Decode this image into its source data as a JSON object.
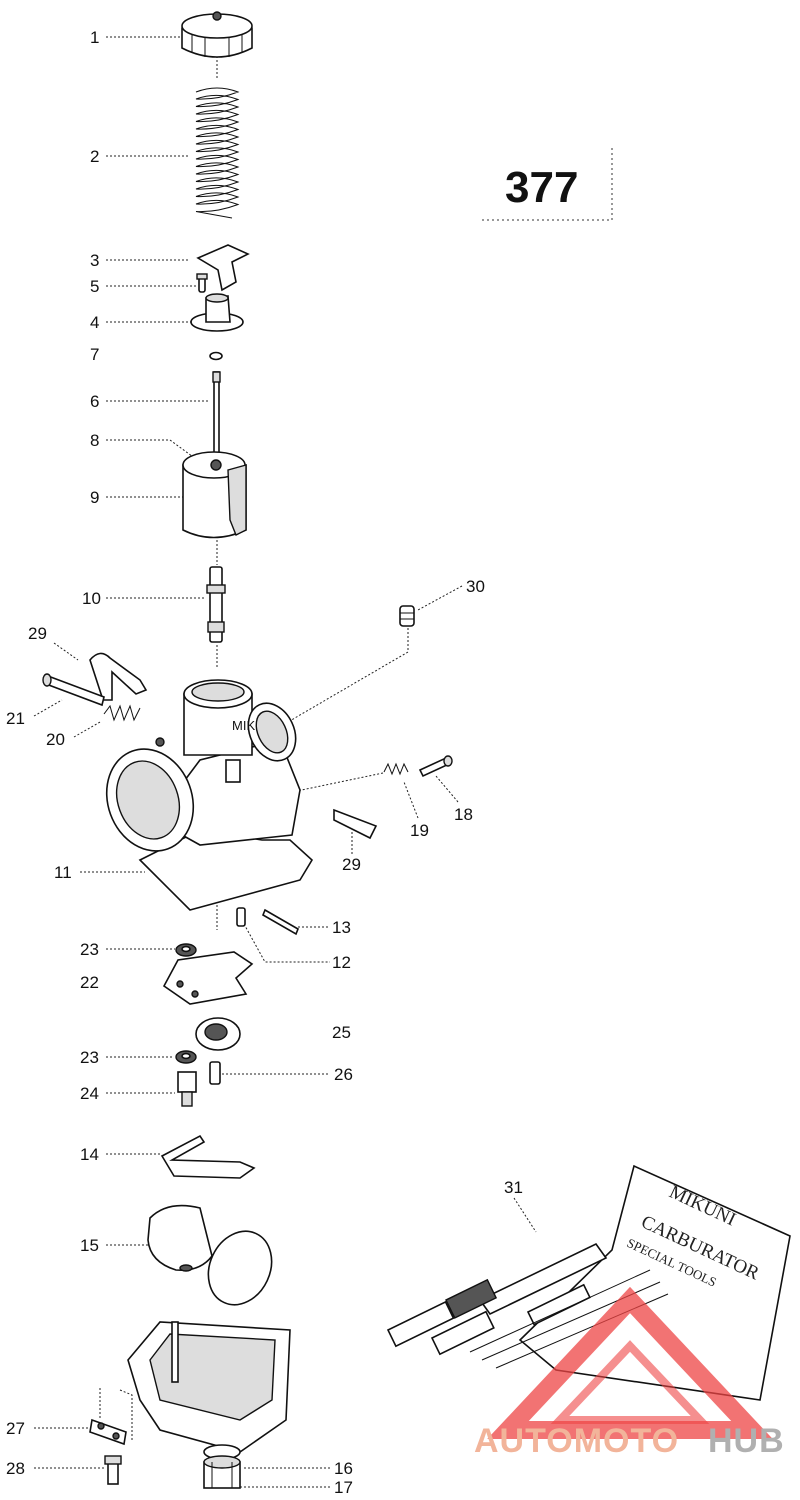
{
  "reference_number": "377",
  "callouts": [
    {
      "id": "c1",
      "label": "1"
    },
    {
      "id": "c2",
      "label": "2"
    },
    {
      "id": "c3",
      "label": "3"
    },
    {
      "id": "c5",
      "label": "5"
    },
    {
      "id": "c4",
      "label": "4"
    },
    {
      "id": "c7",
      "label": "7"
    },
    {
      "id": "c6",
      "label": "6"
    },
    {
      "id": "c8",
      "label": "8"
    },
    {
      "id": "c9",
      "label": "9"
    },
    {
      "id": "c10",
      "label": "10"
    },
    {
      "id": "c30",
      "label": "30"
    },
    {
      "id": "c29a",
      "label": "29"
    },
    {
      "id": "c21",
      "label": "21"
    },
    {
      "id": "c20",
      "label": "20"
    },
    {
      "id": "c18",
      "label": "18"
    },
    {
      "id": "c19",
      "label": "19"
    },
    {
      "id": "c29b",
      "label": "29"
    },
    {
      "id": "c11",
      "label": "11"
    },
    {
      "id": "c13",
      "label": "13"
    },
    {
      "id": "c12",
      "label": "12"
    },
    {
      "id": "c23a",
      "label": "23"
    },
    {
      "id": "c22",
      "label": "22"
    },
    {
      "id": "c25",
      "label": "25"
    },
    {
      "id": "c23b",
      "label": "23"
    },
    {
      "id": "c26",
      "label": "26"
    },
    {
      "id": "c24",
      "label": "24"
    },
    {
      "id": "c14",
      "label": "14"
    },
    {
      "id": "c31",
      "label": "31"
    },
    {
      "id": "c15",
      "label": "15"
    },
    {
      "id": "c27",
      "label": "27"
    },
    {
      "id": "c28",
      "label": "28"
    },
    {
      "id": "c16",
      "label": "16"
    },
    {
      "id": "c17",
      "label": "17"
    }
  ],
  "tool_kit": {
    "line1": "MIKUNI",
    "line2": "CARBURATOR",
    "line3": "SPECIAL TOOLS"
  },
  "body_marking": "MIK",
  "watermark": {
    "part1": "AUTOMOTO",
    "part2": "HUB",
    "accent_color": "#f2b49a",
    "gray_color": "#b0b0b0",
    "triangle_color": "#ee4444"
  }
}
